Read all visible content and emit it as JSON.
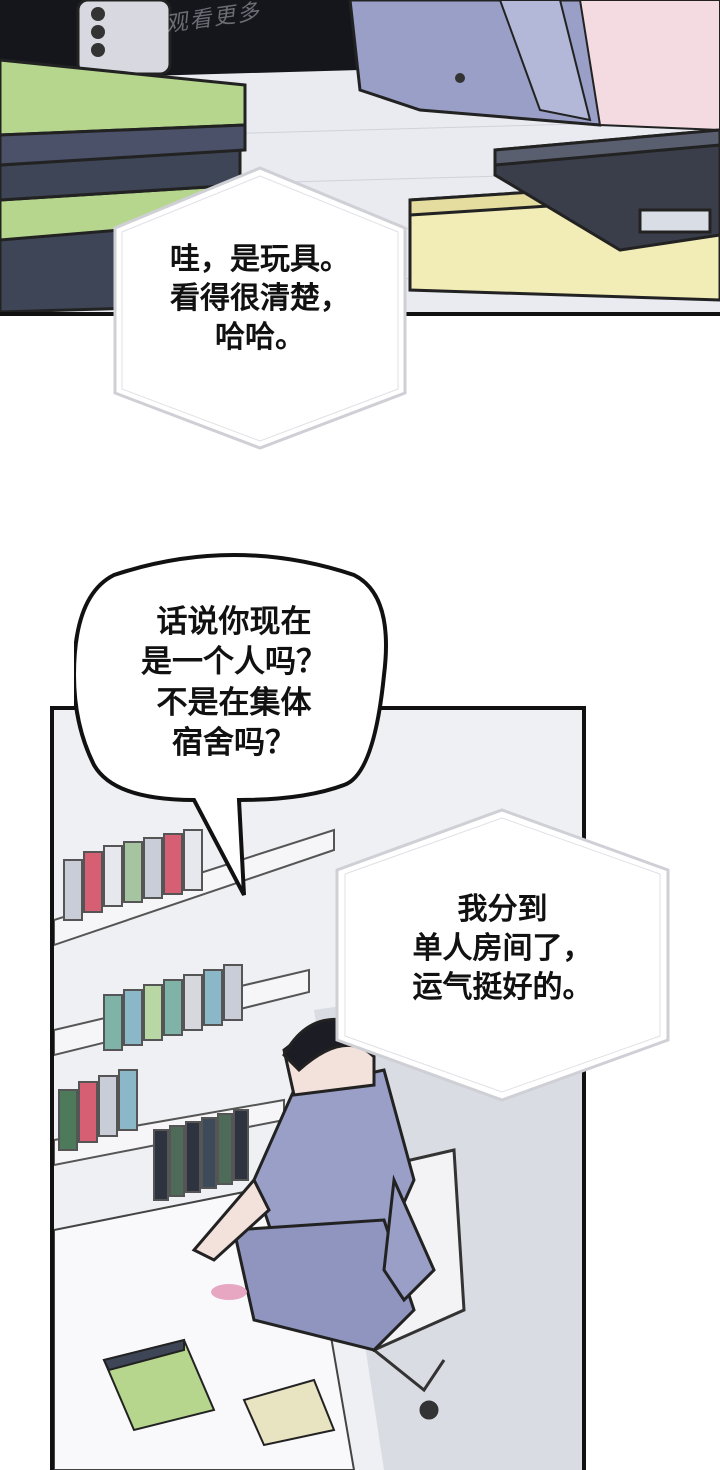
{
  "watermark": "观看更多",
  "bubbles": {
    "top": {
      "lines": [
        "哇，是玩具。",
        "看得很清楚，",
        "哈哈。"
      ]
    },
    "middle": {
      "lines": [
        "话说你现在",
        "是一个人吗？",
        "不是在集体",
        "宿舍吗？"
      ]
    },
    "right": {
      "lines": [
        "我分到",
        "单人房间了，",
        "运气挺好的。"
      ]
    }
  },
  "colors": {
    "ink": "#111111",
    "green_folder": "#b6d68e",
    "navy_folder": "#3e4556",
    "yellow_folder": "#f2ecb6",
    "pajama": "#9a9fc7",
    "hair": "#1c1c24"
  }
}
